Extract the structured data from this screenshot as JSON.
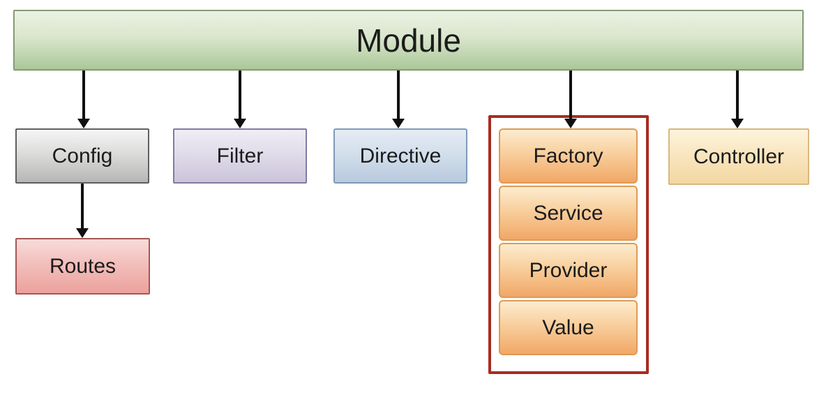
{
  "diagram": {
    "root": {
      "label": "Module",
      "fill_top": "#ecf2e4",
      "fill_bottom": "#abc899",
      "border_color": "#879b78"
    },
    "nodes": {
      "config": {
        "label": "Config",
        "fill_top": "#f5f5f5",
        "fill_bottom": "#b6b6b4",
        "border_color": "#5f5f5f"
      },
      "filter": {
        "label": "Filter",
        "fill_top": "#efedf5",
        "fill_bottom": "#cbc4d9",
        "border_color": "#837aa3"
      },
      "directive": {
        "label": "Directive",
        "fill_top": "#e5ecf4",
        "fill_bottom": "#b8cadd",
        "border_color": "#7e9aba"
      },
      "controller": {
        "label": "Controller",
        "fill_top": "#fdf4dc",
        "fill_bottom": "#f3d7a2",
        "border_color": "#d9b87e"
      },
      "routes": {
        "label": "Routes",
        "fill_top": "#f8dcda",
        "fill_bottom": "#eca19c",
        "border_color": "#a65653"
      }
    },
    "group": {
      "outline_color": "#a62d22",
      "item_fill_top": "#fceccf",
      "item_fill_bottom": "#f1a767",
      "item_border_color": "#dd9b55",
      "items": [
        {
          "label": "Factory"
        },
        {
          "label": "Service"
        },
        {
          "label": "Provider"
        },
        {
          "label": "Value"
        }
      ]
    },
    "edges": [
      {
        "from": "Module",
        "to": "Config"
      },
      {
        "from": "Module",
        "to": "Filter"
      },
      {
        "from": "Module",
        "to": "Directive"
      },
      {
        "from": "Module",
        "to": "Factory group"
      },
      {
        "from": "Module",
        "to": "Controller"
      },
      {
        "from": "Config",
        "to": "Routes"
      }
    ],
    "arrow_color": "#101010",
    "background_color": "#ffffff"
  }
}
